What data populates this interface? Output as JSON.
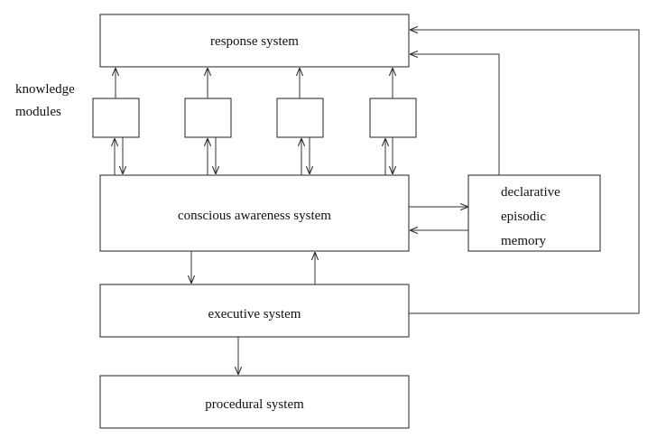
{
  "nodes": {
    "response": "response system",
    "knowledge_label": [
      "knowledge",
      "modules"
    ],
    "conscious": "conscious awareness system",
    "declarative": [
      "declarative",
      "episodic",
      "memory"
    ],
    "executive": "executive system",
    "procedural": "procedural system"
  },
  "colors": {
    "line": "#333333",
    "box_border": "#222222",
    "text": "#111111",
    "background": "#ffffff"
  }
}
